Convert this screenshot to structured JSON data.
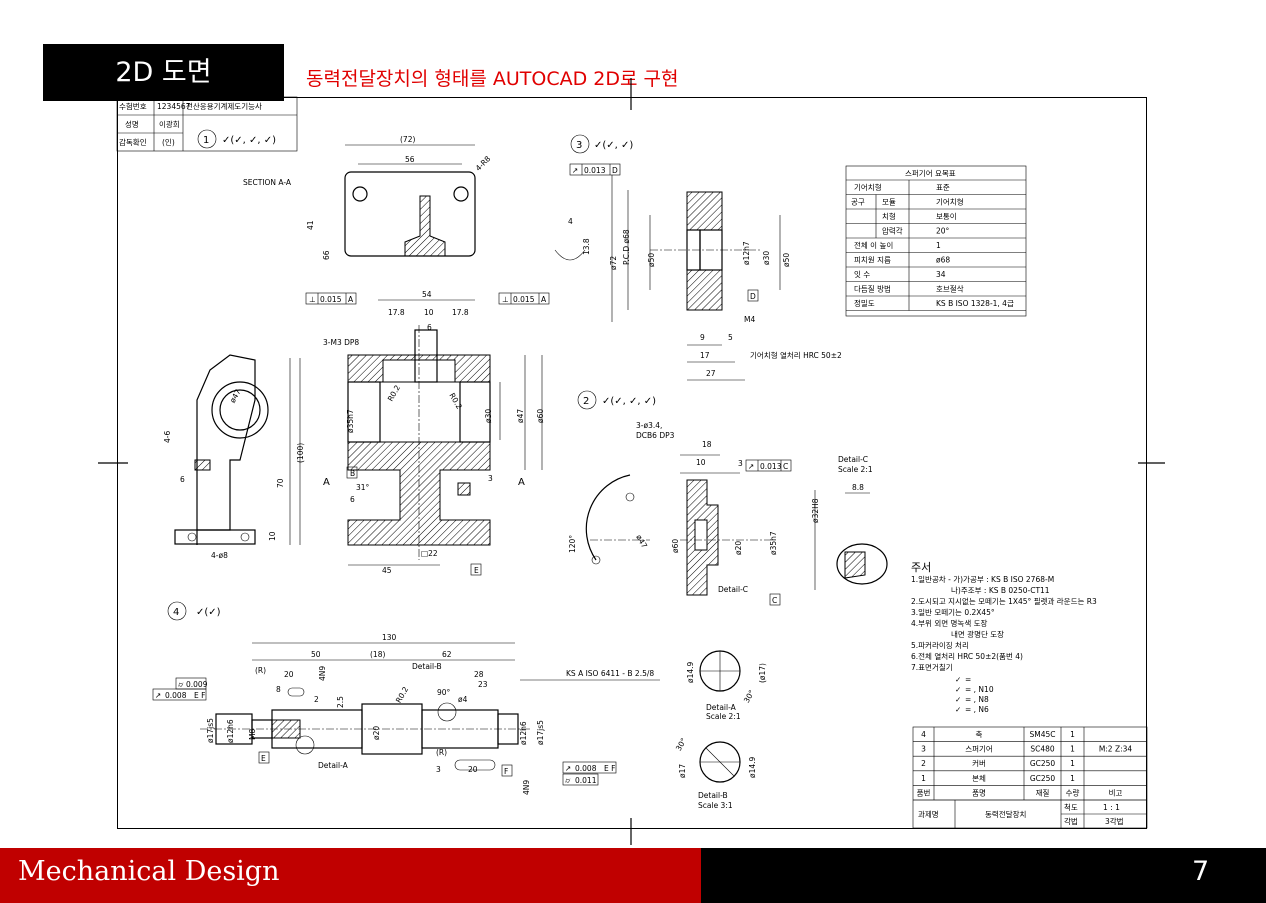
{
  "slide": {
    "title": "2D 도면",
    "subtitle": "동력전달장치의 형태를 AUTOCAD 2D로 구현",
    "footer_text": "Mechanical Design",
    "page_number": "7"
  },
  "colors": {
    "accent_red": "#c00000",
    "subtitle_red": "#e00000",
    "black": "#000000"
  },
  "exam_box": {
    "rows": [
      {
        "label": "수험번호",
        "value": "1234567",
        "extra": "전산응용기계제도기능사"
      },
      {
        "label": "성명",
        "value": "이광희"
      },
      {
        "label": "감독확인",
        "value": "(인)"
      }
    ]
  },
  "views": {
    "label_1": "1",
    "label_2": "2",
    "label_3": "3",
    "label_4": "4",
    "section_aa": "SECTION A-A",
    "dims_v1": [
      "(72)",
      "56",
      "41",
      "66",
      "4-R8",
      "54",
      "17.8",
      "10",
      "17.8",
      "6",
      "3-M3 DP8",
      "R0.2",
      "R0.2",
      "ø35h7",
      "ø30",
      "ø47",
      "ø60",
      "(100)",
      "70",
      "10",
      "4-6",
      "6",
      "ø47",
      "4-ø8",
      "31°",
      "6",
      "3",
      "45",
      "□22",
      "A",
      "A",
      "B",
      "E"
    ],
    "tol_v1_left": "0.015",
    "tol_v1_left_ref": "A",
    "tol_v1_right": "0.015",
    "tol_v1_right_ref": "A",
    "dims_v3": [
      "0.013",
      "D",
      "4",
      "13.8",
      "ø72",
      "P.C.D ø68",
      "ø50",
      "ø12h7",
      "ø30",
      "ø50",
      "D",
      "M4",
      "9",
      "5",
      "17",
      "27"
    ],
    "v3_note": "기어치형 열처리 HRC 50±2",
    "dims_v2": [
      "3-ø3.4,",
      "DCB6 DP3",
      "18",
      "10",
      "3",
      "0.013",
      "C",
      "120°",
      "ø47",
      "ø60",
      "ø20",
      "ø35h7",
      "Detail-C",
      "C"
    ],
    "detail_c": "Detail-C",
    "detail_c_scale": "Scale 2:1",
    "detail_c_dims": [
      "8.8",
      "ø32H8"
    ],
    "dims_v4": [
      "130",
      "50",
      "(18)",
      "62",
      "Detail-B",
      "20",
      "28",
      "23",
      "(R)",
      "4N9",
      "2.5",
      "R0.2",
      "90°",
      "ø4",
      "8",
      "2",
      "ø17js5",
      "ø12h6",
      "M8",
      "ø20",
      "ø12h6",
      "ø17js5",
      "(R)",
      "3",
      "20",
      "4N9",
      "E",
      "F",
      "Detail-A",
      "KS A ISO 6411 - B 2.5/8"
    ],
    "tol_v4": [
      {
        "value": "0.009"
      },
      {
        "value": "0.008",
        "refs": "E F"
      },
      {
        "value": "0.008",
        "refs": "E F"
      },
      {
        "value": "0.011"
      }
    ],
    "detail_a": "Detail-A",
    "detail_a_scale": "Scale 2:1",
    "detail_b": "Detail-B",
    "detail_b_scale": "Scale 3:1",
    "detail_dims": [
      "ø14.9",
      "(ø17)",
      "30°",
      "ø17",
      "30°",
      "ø14.9"
    ]
  },
  "gear_table": {
    "title": "스퍼기어 요목표",
    "rows": [
      [
        "기어치형",
        "",
        "표준"
      ],
      [
        "공구",
        "모듈",
        "기어치형"
      ],
      [
        "",
        "치형",
        "보통이"
      ],
      [
        "",
        "압력각",
        "20°"
      ],
      [
        "전체 이 높이",
        "",
        "1"
      ],
      [
        "피치원 지름",
        "",
        "ø68"
      ],
      [
        "잇 수",
        "",
        "34"
      ],
      [
        "다듬질 방법",
        "",
        "호브절삭"
      ],
      [
        "정밀도",
        "",
        "KS B ISO 1328-1, 4급"
      ]
    ]
  },
  "notes": {
    "heading": "주서",
    "lines": [
      "1.일반공차 - 가)가공부 : KS B ISO 2768-M",
      "나)주조부 : KS B 0250-CT11",
      "2.도시되고 지시없는 모떼기는 1X45° 필렛과 라운드는 R3",
      "3.일반 모떼기는 0.2X45°",
      "4.부위 외면 명녹색 도장",
      "내면 광명단 도장",
      "5.파커라이징 처리",
      "6.전체 열처리 HRC 50±2(품번 4)",
      "7.표면거칠기"
    ],
    "roughness": [
      "= ",
      "= , N10",
      "= , N8",
      "= , N6"
    ]
  },
  "parts_list": {
    "rows": [
      [
        "4",
        "축",
        "SM45C",
        "1",
        ""
      ],
      [
        "3",
        "스퍼기어",
        "SC480",
        "1",
        "M:2 Z:34"
      ],
      [
        "2",
        "커버",
        "GC250",
        "1",
        ""
      ],
      [
        "1",
        "본체",
        "GC250",
        "1",
        ""
      ],
      [
        "품번",
        "품명",
        "재질",
        "수량",
        "비고"
      ]
    ],
    "project_label": "과제명",
    "project_name": "동력전달장치",
    "scale_label": "척도",
    "scale_value": "1 : 1",
    "method_label": "각법",
    "method_value": "3각법"
  }
}
